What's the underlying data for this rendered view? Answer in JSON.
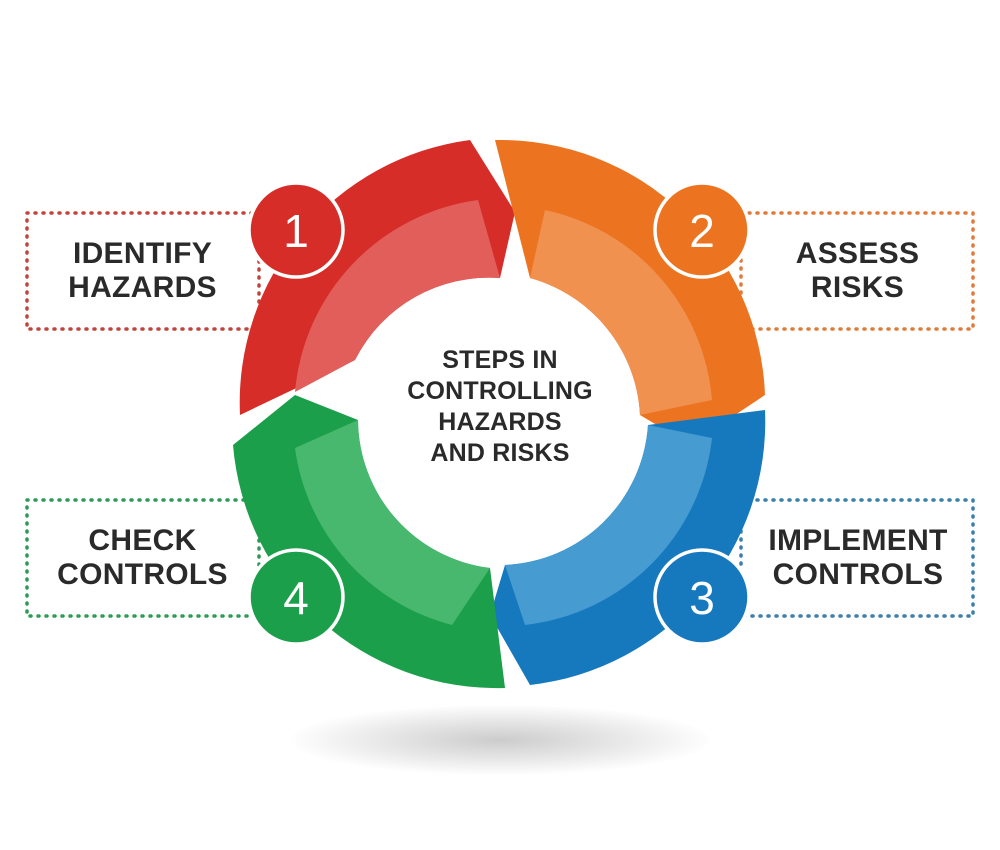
{
  "center": {
    "line1": "STEPS IN",
    "line2": "CONTROLLING",
    "line3": "HAZARDS",
    "line4": "AND RISKS"
  },
  "steps": [
    {
      "number": "1",
      "label_line1": "IDENTIFY",
      "label_line2": "HAZARDS",
      "color": "#d62d28",
      "light": "#e25e5b",
      "border": "#c2433c"
    },
    {
      "number": "2",
      "label_line1": "ASSESS",
      "label_line2": "RISKS",
      "color": "#ec7320",
      "light": "#f09150",
      "border": "#e07a3a"
    },
    {
      "number": "3",
      "label_line1": "IMPLEMENT",
      "label_line2": "CONTROLS",
      "color": "#1679be",
      "light": "#469bd0",
      "border": "#3a7faa"
    },
    {
      "number": "4",
      "label_line1": "CHECK",
      "label_line2": "CONTROLS",
      "color": "#1b9f4b",
      "light": "#48b86f",
      "border": "#2e9a58"
    }
  ]
}
